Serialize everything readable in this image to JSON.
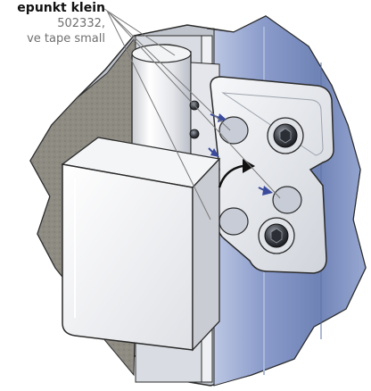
{
  "callout": {
    "title": "epunkt klein",
    "article_number": "502332,",
    "description": "ve tape small"
  },
  "colors": {
    "stone": "#8d8a82",
    "glass": "#7f92bf",
    "metal": "#e9ebef",
    "outline": "#2b2b2b",
    "arrow": "#3a4a9c"
  }
}
